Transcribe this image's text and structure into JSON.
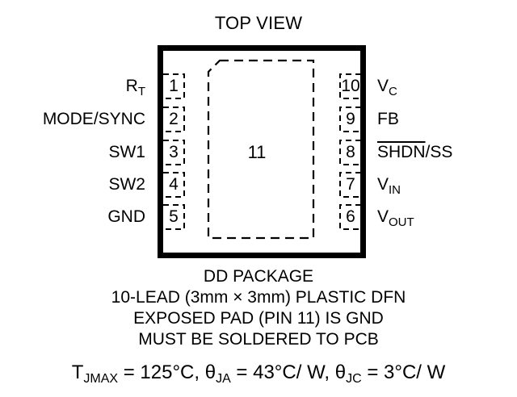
{
  "title": "TOP VIEW",
  "exposed_pad_number": "11",
  "left_pins": [
    {
      "number": "1",
      "label_main": "R",
      "label_sub": "T"
    },
    {
      "number": "2",
      "label_main": "MODE/SYNC",
      "label_sub": ""
    },
    {
      "number": "3",
      "label_main": "SW1",
      "label_sub": ""
    },
    {
      "number": "4",
      "label_main": "SW2",
      "label_sub": ""
    },
    {
      "number": "5",
      "label_main": "GND",
      "label_sub": ""
    }
  ],
  "right_pins": [
    {
      "number": "10",
      "label_main": "V",
      "label_sub": "C",
      "label_over": "",
      "label_tail": ""
    },
    {
      "number": "9",
      "label_main": "FB",
      "label_sub": "",
      "label_over": "",
      "label_tail": ""
    },
    {
      "number": "8",
      "label_main": "",
      "label_sub": "",
      "label_over": "SHDN",
      "label_tail": "/SS"
    },
    {
      "number": "7",
      "label_main": "V",
      "label_sub": "IN",
      "label_over": "",
      "label_tail": ""
    },
    {
      "number": "6",
      "label_main": "V",
      "label_sub": "OUT",
      "label_over": "",
      "label_tail": ""
    }
  ],
  "notes": [
    "DD PACKAGE",
    "10-LEAD (3mm × 3mm) PLASTIC DFN",
    "EXPOSED PAD (PIN 11) IS GND",
    "MUST BE SOLDERED TO PCB"
  ],
  "thermal": {
    "t_main": "T",
    "t_sub": "JMAX",
    "t_value": " = 125°C, ",
    "ja_main": "θ",
    "ja_sub": "JA",
    "ja_value": " = 43°C/ W, ",
    "jc_main": "θ",
    "jc_sub": "JC",
    "jc_value": " = 3°C/ W"
  }
}
